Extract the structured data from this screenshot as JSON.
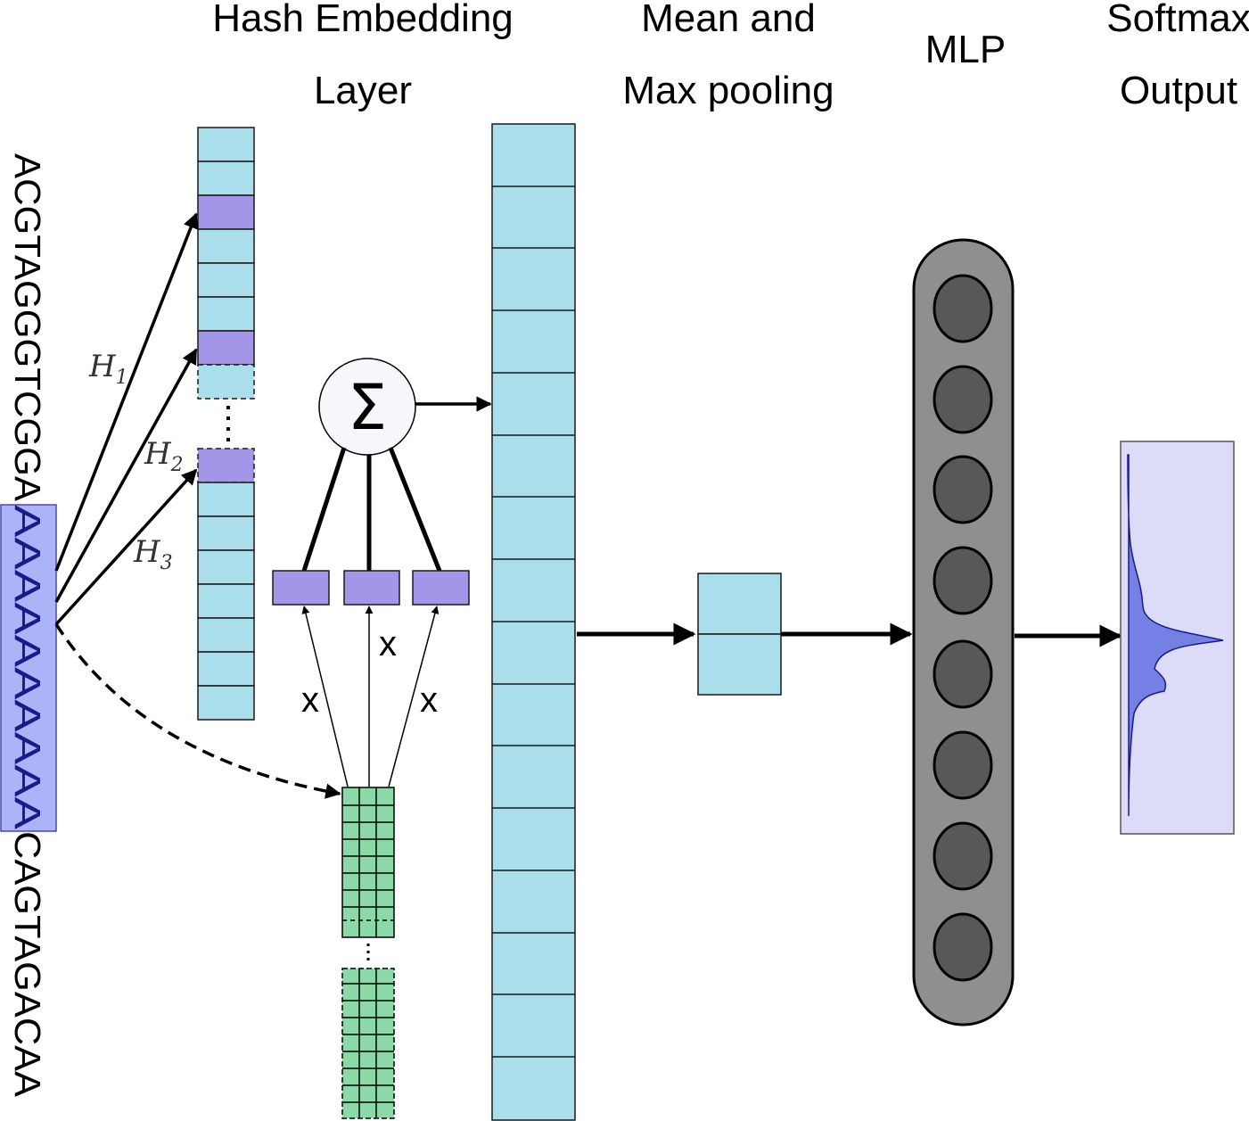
{
  "headers": {
    "hash_line1": "Hash Embedding",
    "hash_line2": "Layer",
    "pool_line1": "Mean and",
    "pool_line2": "Max pooling",
    "mlp": "MLP",
    "softmax_line1": "Softmax",
    "softmax_line2": "Output"
  },
  "sequence": {
    "top": "ACGTAGGGTCGGA",
    "highlighted": "AAAAAAAAAA",
    "bottom": "CAGTAGACAA"
  },
  "hash_labels": {
    "h1": "H",
    "h1_sub": "1",
    "h2": "H",
    "h2_sub": "2",
    "h3": "H",
    "h3_sub": "3"
  },
  "operators": {
    "sum_symbol": "Σ",
    "multiply_left": "x",
    "multiply_middle": "x",
    "multiply_right": "x"
  },
  "colors": {
    "embedding_cell": "#aadeeb",
    "hashed_cell": "#a395e8",
    "highlight_box": "#aab4f7",
    "importance_cell": "#8cd9a8",
    "mlp_body": "#8f8f8f",
    "mlp_neuron": "#585858",
    "softmax_bg": "#dcdcf9",
    "softmax_fill": "#7480e3"
  },
  "mlp": {
    "neuron_count": 8
  }
}
